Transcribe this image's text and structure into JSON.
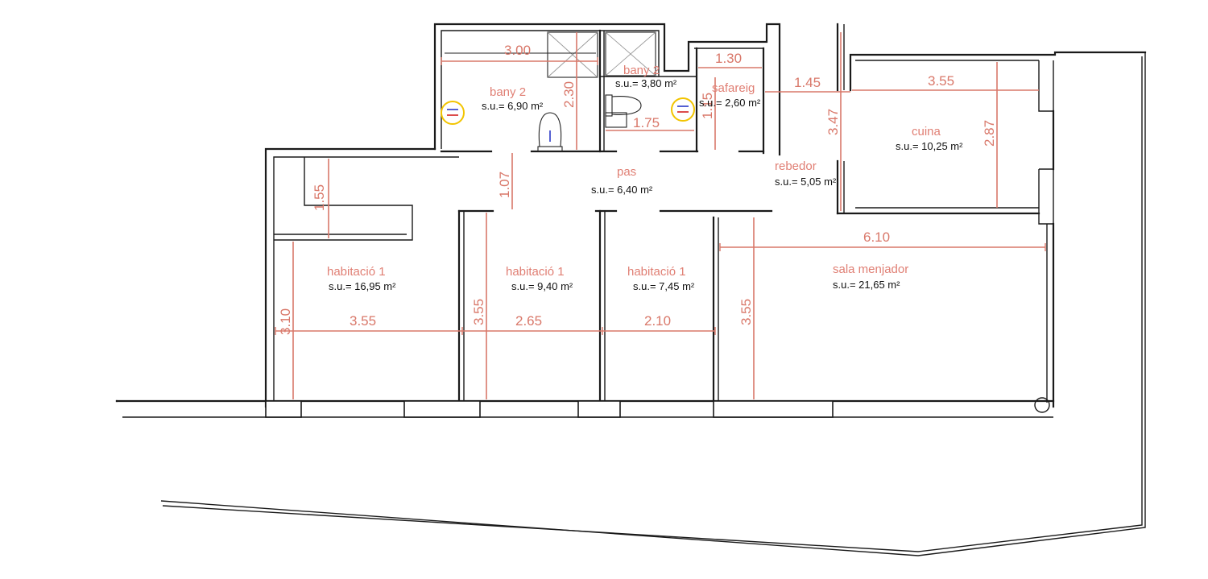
{
  "rooms": [
    {
      "name": "bany 2",
      "area": "s.u.= 6,90 m²"
    },
    {
      "name": "bany 2",
      "area": "s.u.= 3,80 m²"
    },
    {
      "name": "safareig",
      "area": "s.u.= 2,60 m²"
    },
    {
      "name": "cuina",
      "area": "s.u.= 10,25 m²"
    },
    {
      "name": "pas",
      "area": "s.u.= 6,40 m²"
    },
    {
      "name": "rebedor",
      "area": "s.u.= 5,05 m²"
    },
    {
      "name": "habitació 1",
      "area": "s.u.= 16,95 m²"
    },
    {
      "name": "habitació 1",
      "area": "s.u.= 9,40 m²"
    },
    {
      "name": "habitació 1",
      "area": "s.u.= 7,45 m²"
    },
    {
      "name": "sala menjador",
      "area": "s.u.= 21,65 m²"
    }
  ],
  "dimensions": {
    "bany2_width": "3.00",
    "bany2_height": "2.30",
    "bany2b_width": "1.75",
    "safareig_width": "1.30",
    "safareig_height": "1.15",
    "rebedor_width": "1.45",
    "rebedor_height": "3.47",
    "cuina_width": "3.55",
    "cuina_height": "2.87",
    "pas_width": "1.07",
    "closet_height": "1.55",
    "sala_width": "6.10",
    "hab1_height": "3.10",
    "hab1_width": "3.55",
    "hab2_height": "3.55",
    "hab2_width": "2.65",
    "hab3_width": "2.10",
    "sala_height": "3.55"
  },
  "colors": {
    "dimension": "#d9786a",
    "room_name": "#e07f74",
    "wall": "#1a1a1a",
    "tap_ring": "#f2c400"
  }
}
